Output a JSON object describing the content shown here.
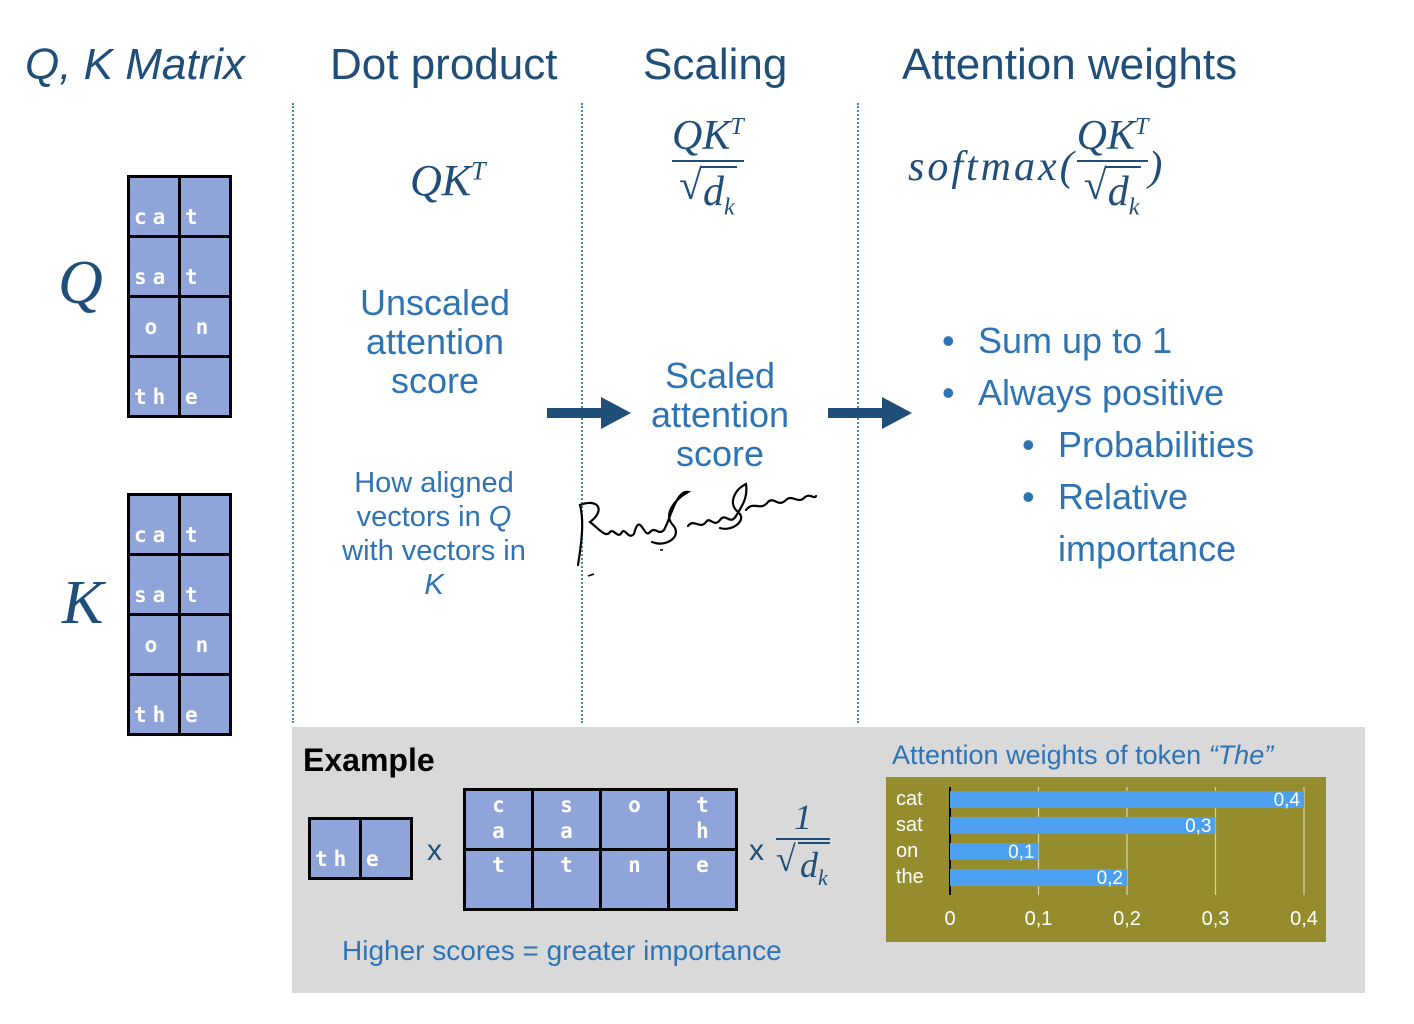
{
  "headers": {
    "qk_matrix": "Q, K Matrix",
    "dot_product": "Dot product",
    "scaling": "Scaling",
    "attention_weights": "Attention weights"
  },
  "matrices": {
    "q_label": "Q",
    "k_label": "K",
    "rows": [
      [
        "ca",
        "t"
      ],
      [
        "sa",
        "t"
      ],
      [
        "o",
        "n"
      ],
      [
        "th",
        "e"
      ]
    ]
  },
  "formulas": {
    "dot_Q": "Q",
    "dot_K": "K",
    "dot_T": "T",
    "scale_num_Q": "Q",
    "scale_num_K": "K",
    "scale_num_T": "T",
    "scale_den_d": "d",
    "scale_den_k": "k",
    "softmax": "softmax(",
    "softmax_close": ")",
    "sm_num_Q": "Q",
    "sm_num_K": "K",
    "sm_num_T": "T",
    "sm_den_d": "d",
    "sm_den_k": "k"
  },
  "dot_product": {
    "title_lines": [
      "Unscaled",
      "attention",
      "score"
    ],
    "desc_line1": "How aligned",
    "desc_line2_pre": "vectors in ",
    "desc_line2_var": "Q",
    "desc_line3": "with vectors in",
    "desc_line4_var": "K"
  },
  "scaling": {
    "title_lines": [
      "Scaled",
      "attention",
      "score"
    ]
  },
  "attention": {
    "bullets": [
      "Sum up to 1",
      "Always positive"
    ],
    "sub_bullets": [
      "Probabilities",
      "Relative",
      "importance"
    ]
  },
  "signature": "Pubudu Saneth Samarakoon",
  "example": {
    "title": "Example",
    "token_row": [
      "th",
      "e"
    ],
    "times1": "x",
    "times2": "x",
    "kt_top": [
      "ca",
      "sa",
      "o",
      "th"
    ],
    "kt_bottom": [
      "t",
      "t",
      "n",
      "e"
    ],
    "frac_num": "1",
    "frac_d": "d",
    "frac_k": "k",
    "caption": "Higher scores = greater importance"
  },
  "colors": {
    "header": "#1f4e79",
    "text_blue": "#2e74b5",
    "cell": "#8fa4d8",
    "example_bg": "#d9d9d9",
    "chart_bg": "#948c2d",
    "bar": "#4d9ff0"
  },
  "chart_data": {
    "type": "bar",
    "orientation": "horizontal",
    "title_pre": "Attention weights of token ",
    "title_token": "“The”",
    "categories": [
      "cat",
      "sat",
      "on",
      "the"
    ],
    "values": [
      0.4,
      0.3,
      0.1,
      0.2
    ],
    "value_labels": [
      "0,4",
      "0,3",
      "0,1",
      "0,2"
    ],
    "xticks": [
      0,
      0.1,
      0.2,
      0.3,
      0.4
    ],
    "xtick_labels": [
      "0",
      "0,1",
      "0,2",
      "0,3",
      "0,4"
    ],
    "xlim": [
      0,
      0.4
    ],
    "grid": true
  }
}
